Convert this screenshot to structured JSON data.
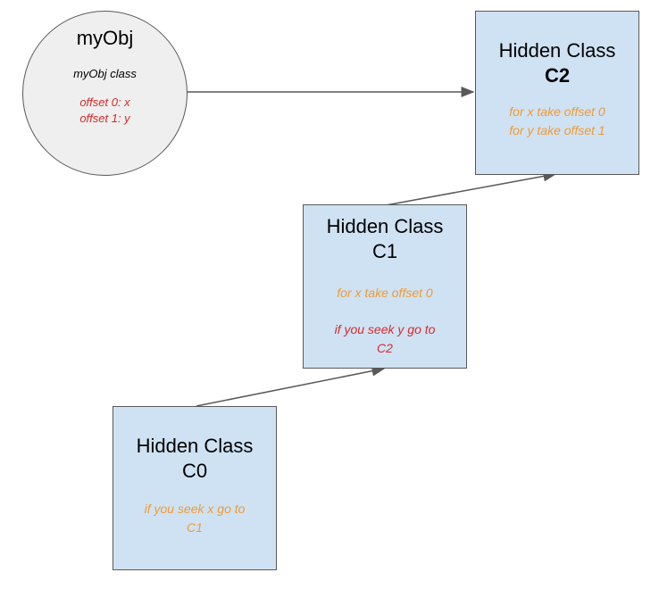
{
  "myobj": {
    "title": "myObj",
    "subtitle": "myObj class",
    "offsets": [
      "offset 0: x",
      "offset 1: y"
    ]
  },
  "c2": {
    "title_line1": "Hidden Class",
    "title_line2": "C2",
    "notes": [
      "for x take offset 0",
      "for y take offset 1"
    ]
  },
  "c1": {
    "title_line1": "Hidden Class",
    "title_line2": "C1",
    "note1": "for x take offset 0",
    "note2_line1": "if you seek y go to",
    "note2_line2": "C2"
  },
  "c0": {
    "title_line1": "Hidden Class",
    "title_line2": "C0",
    "note_line1": "if you seek x go to",
    "note_line2": "C1"
  },
  "colors": {
    "box_fill": "#cfe2f3",
    "circle_fill": "#efefef",
    "border": "#595959",
    "note_orange": "#f09a33",
    "note_red": "#d62a2a"
  }
}
